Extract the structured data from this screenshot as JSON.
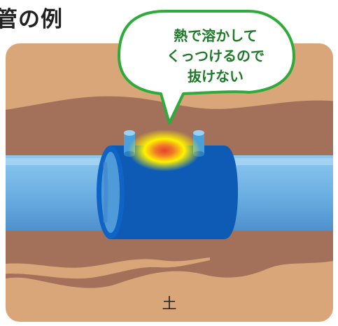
{
  "title": "管の例",
  "callout": {
    "lines": [
      "熱で溶かして",
      "くっつけるので",
      "抜けない"
    ]
  },
  "soil_label": "土",
  "colors": {
    "soil_light": "#d9a679",
    "soil_dark": "#a3705a",
    "pipe_light": "#78b8e6",
    "fitting": "#0d5bb5",
    "callout_border": "#2fab3b",
    "callout_text": "#1e7a28",
    "heat_core": "#e8502a",
    "heat_glow": "#fff200"
  }
}
